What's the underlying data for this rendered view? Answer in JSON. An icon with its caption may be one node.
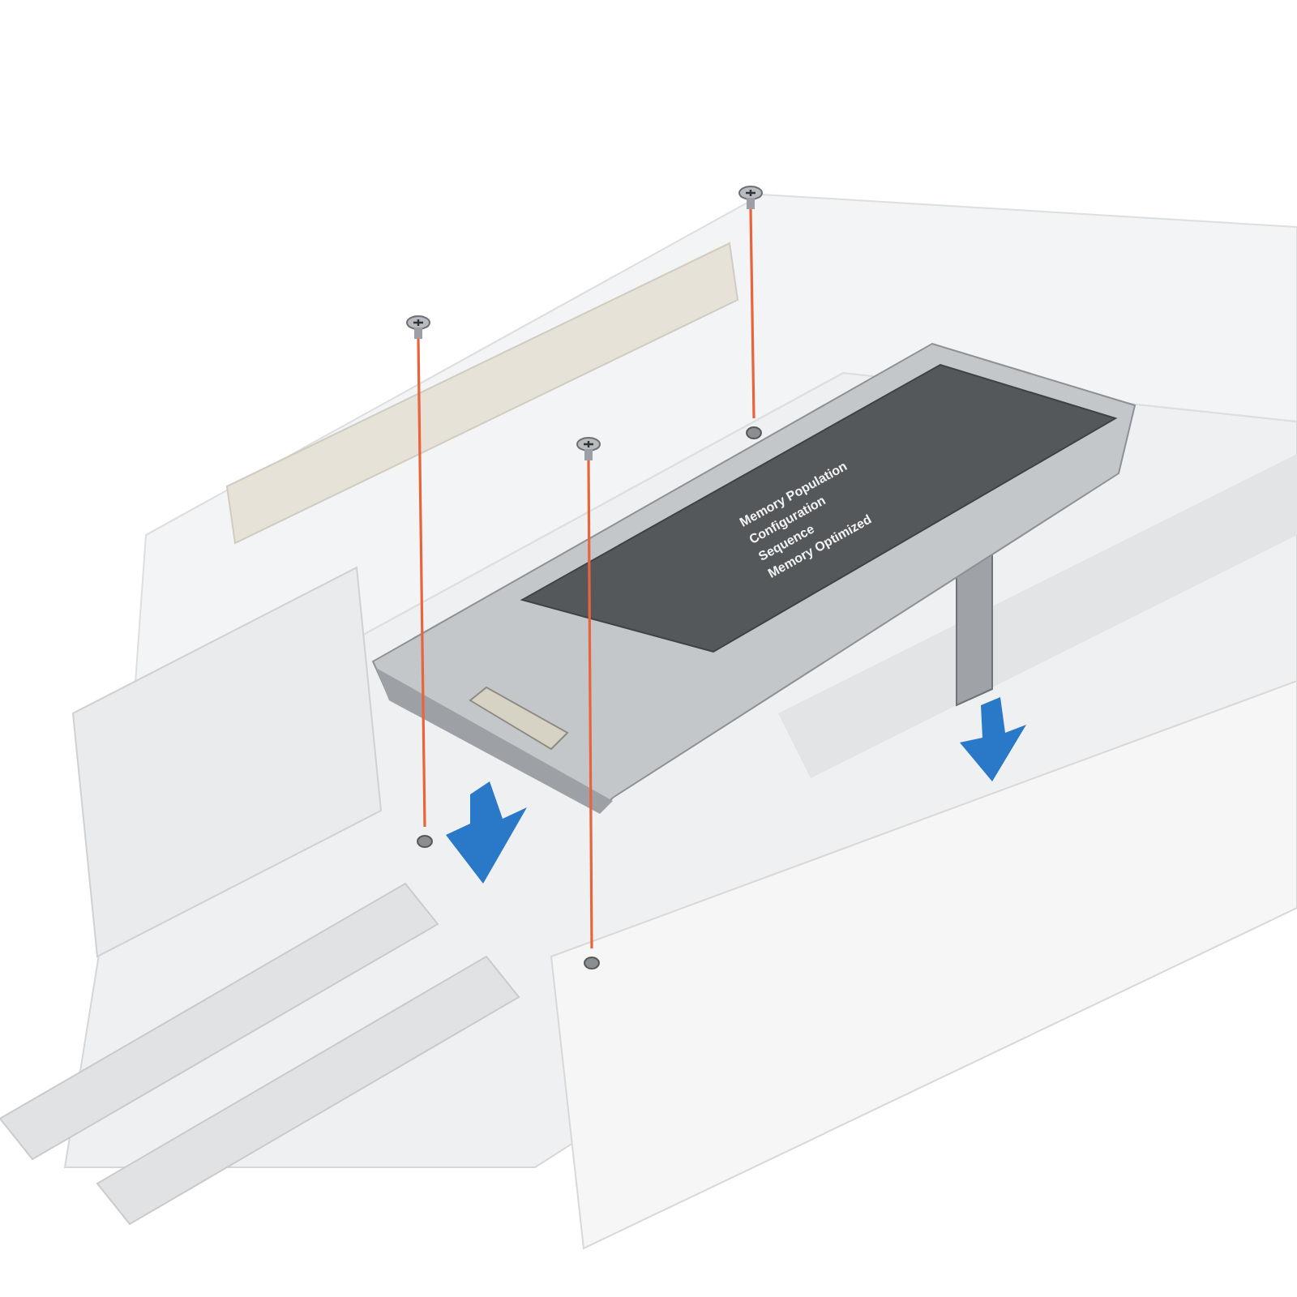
{
  "diagram": {
    "nodes": [
      {
        "text": [],
        "shape": "picture"
      },
      {
        "text": [],
        "shape": "picture"
      },
      {
        "text": [],
        "shape": "picture"
      },
      {
        "text": [],
        "shape": "circle"
      },
      {
        "text": [],
        "shape": "circle"
      },
      {
        "text": [],
        "shape": "circle"
      }
    ],
    "edges": [
      {
        "from": 0,
        "to": 3,
        "arrow": "none",
        "color": "#e8643c"
      },
      {
        "from": 1,
        "to": 4,
        "arrow": "none",
        "color": "#e8643c"
      },
      {
        "from": 2,
        "to": 5,
        "arrow": "none",
        "color": "#e8643c"
      }
    ],
    "labels": [
      "Memory Population",
      "Configuration",
      "Sequence",
      "Memory Optimized"
    ]
  }
}
